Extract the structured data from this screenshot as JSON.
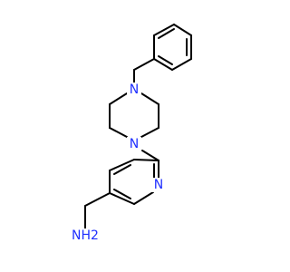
{
  "molecule": {
    "atoms": {
      "n_piperazine_top": "N",
      "n_piperazine_bottom": "N",
      "n_pyridine": "N",
      "amine_nh2": "NH2"
    },
    "colors": {
      "bond": "#000000",
      "heteroatom": "#1f2fff",
      "background": "#ffffff"
    }
  }
}
